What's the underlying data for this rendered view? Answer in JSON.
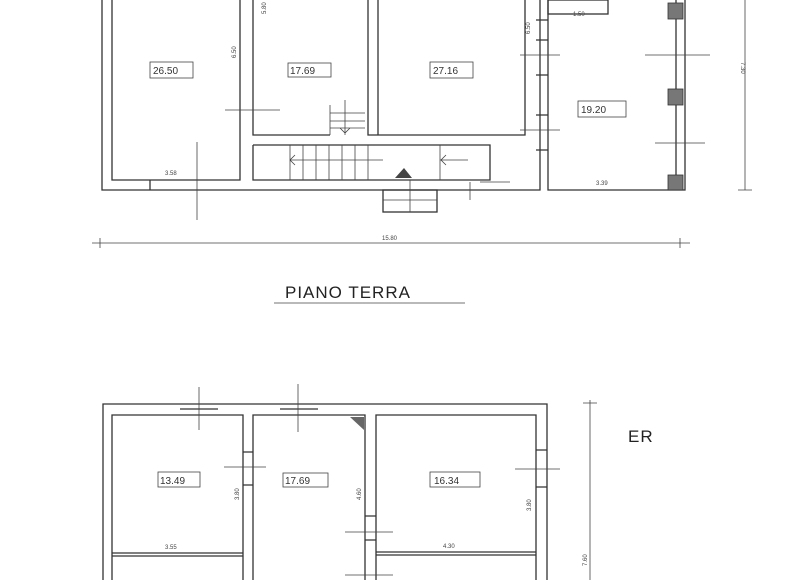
{
  "ground_floor": {
    "title": "PIANO TERRA",
    "rooms": [
      {
        "area": "26.50"
      },
      {
        "area": "17.69"
      },
      {
        "area": "27.16"
      },
      {
        "area": "19.20"
      }
    ],
    "dimensions": [
      "6.50",
      "5.80",
      "3.58",
      "1.50",
      "6.50",
      "3.39",
      "7.30",
      "15.80"
    ]
  },
  "upper_floor": {
    "title_fragment": "ER",
    "rooms": [
      {
        "area": "13.49"
      },
      {
        "area": "17.69"
      },
      {
        "area": "16.34"
      }
    ],
    "dimensions": [
      "3.80",
      "4.60",
      "3.80",
      "3.55",
      "4.30",
      "7.60"
    ]
  }
}
